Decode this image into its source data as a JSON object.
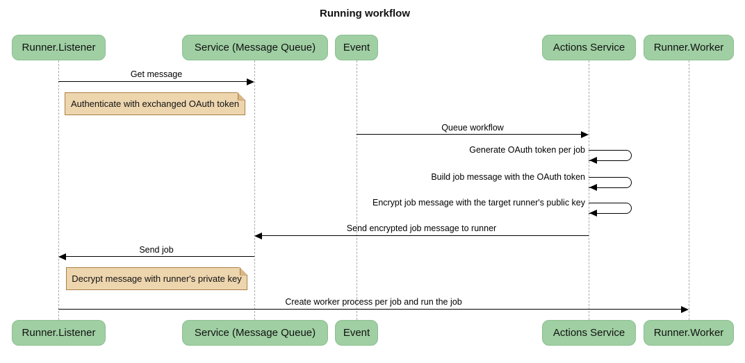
{
  "title": "Running workflow",
  "diagram_type": "sequence",
  "colors": {
    "actor_fill": "#9fcfa2",
    "actor_border": "#8bbf90",
    "note_fill": "#edd5ae",
    "note_border": "#aa8044",
    "lifeline": "#a9a9a9",
    "message_line": "#000000",
    "background": "#ffffff"
  },
  "actors": [
    {
      "label": "Runner.Listener"
    },
    {
      "label": "Service (Message Queue)"
    },
    {
      "label": "Event"
    },
    {
      "label": "Actions Service"
    },
    {
      "label": "Runner.Worker"
    }
  ],
  "messages": [
    {
      "text": "Get message",
      "from": "Runner.Listener",
      "to": "Service (Message Queue)",
      "kind": "arrow"
    },
    {
      "text": "Authenticate with exchanged OAuth token",
      "over": "Runner.Listener",
      "kind": "note"
    },
    {
      "text": "Queue workflow",
      "from": "Event",
      "to": "Actions Service",
      "kind": "arrow"
    },
    {
      "text": "Generate OAuth token per job",
      "from": "Actions Service",
      "to": "Actions Service",
      "kind": "self"
    },
    {
      "text": "Build job message with the OAuth token",
      "from": "Actions Service",
      "to": "Actions Service",
      "kind": "self"
    },
    {
      "text": "Encrypt job message with the target runner's public key",
      "from": "Actions Service",
      "to": "Actions Service",
      "kind": "self"
    },
    {
      "text": "Send encrypted job message to runner",
      "from": "Actions Service",
      "to": "Service (Message Queue)",
      "kind": "arrow"
    },
    {
      "text": "Send job",
      "from": "Service (Message Queue)",
      "to": "Runner.Listener",
      "kind": "arrow"
    },
    {
      "text": "Decrypt message with runner's private key",
      "over": "Runner.Listener",
      "kind": "note"
    },
    {
      "text": "Create worker process per job and run the job",
      "from": "Runner.Listener",
      "to": "Runner.Worker",
      "kind": "arrow"
    }
  ]
}
